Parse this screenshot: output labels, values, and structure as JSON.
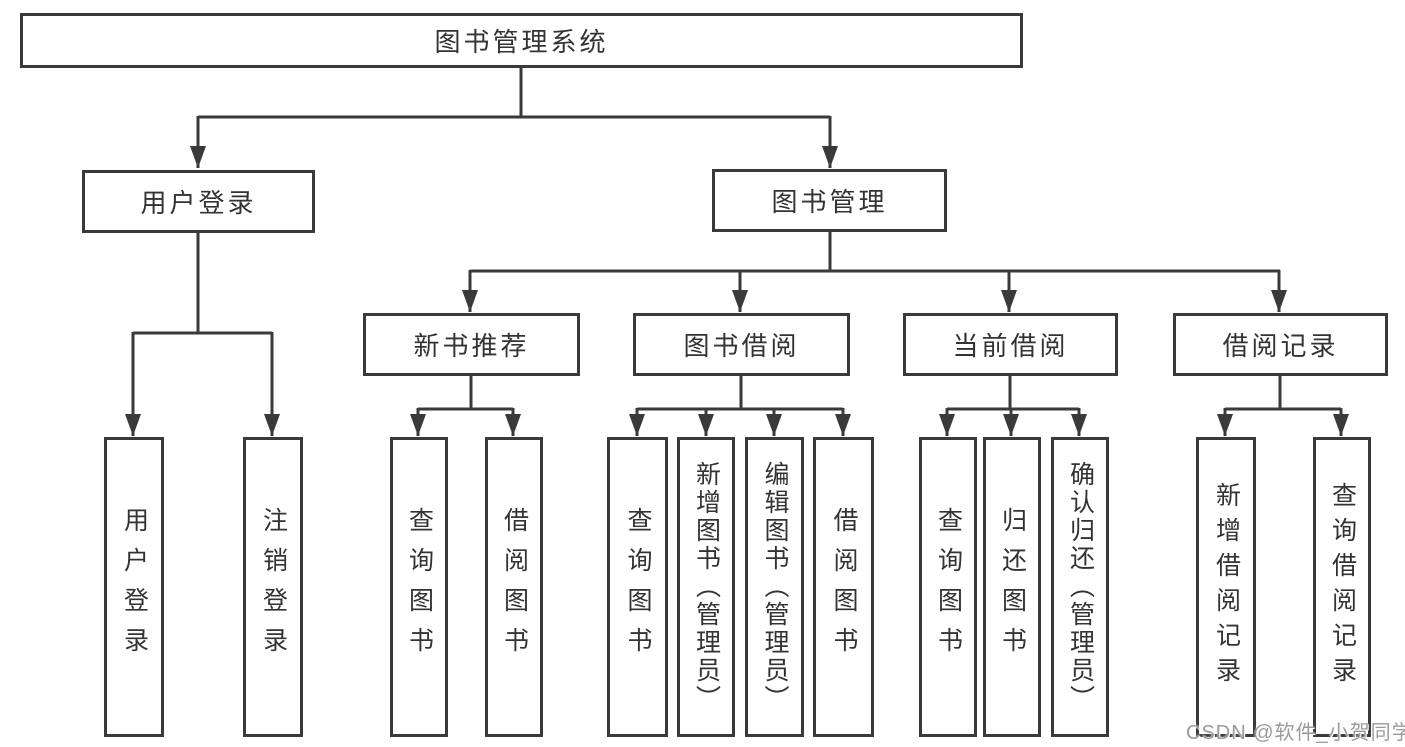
{
  "root": {
    "label": "图书管理系统"
  },
  "level2": [
    {
      "label": "用户登录"
    },
    {
      "label": "图书管理"
    }
  ],
  "level3": [
    {
      "label": "新书推荐"
    },
    {
      "label": "图书借阅"
    },
    {
      "label": "当前借阅"
    },
    {
      "label": "借阅记录"
    }
  ],
  "leaves": [
    {
      "label": "用户登录"
    },
    {
      "label": "注销登录"
    },
    {
      "label": "查询图书"
    },
    {
      "label": "借阅图书"
    },
    {
      "label": "查询图书"
    },
    {
      "label": "新增图书（管理员）"
    },
    {
      "label": "编辑图书（管理员）"
    },
    {
      "label": "借阅图书"
    },
    {
      "label": "查询图书"
    },
    {
      "label": "归还图书"
    },
    {
      "label": "确认归还（管理员）"
    },
    {
      "label": "新增借阅记录"
    },
    {
      "label": "查询借阅记录"
    }
  ],
  "watermark": {
    "text": "CSDN @软件_小贺同学"
  },
  "colors": {
    "line": "#3a3a3a",
    "text": "#333333",
    "box_background": "#ffffff",
    "page_background": "#ffffff",
    "watermark": "#9b9b9b"
  }
}
